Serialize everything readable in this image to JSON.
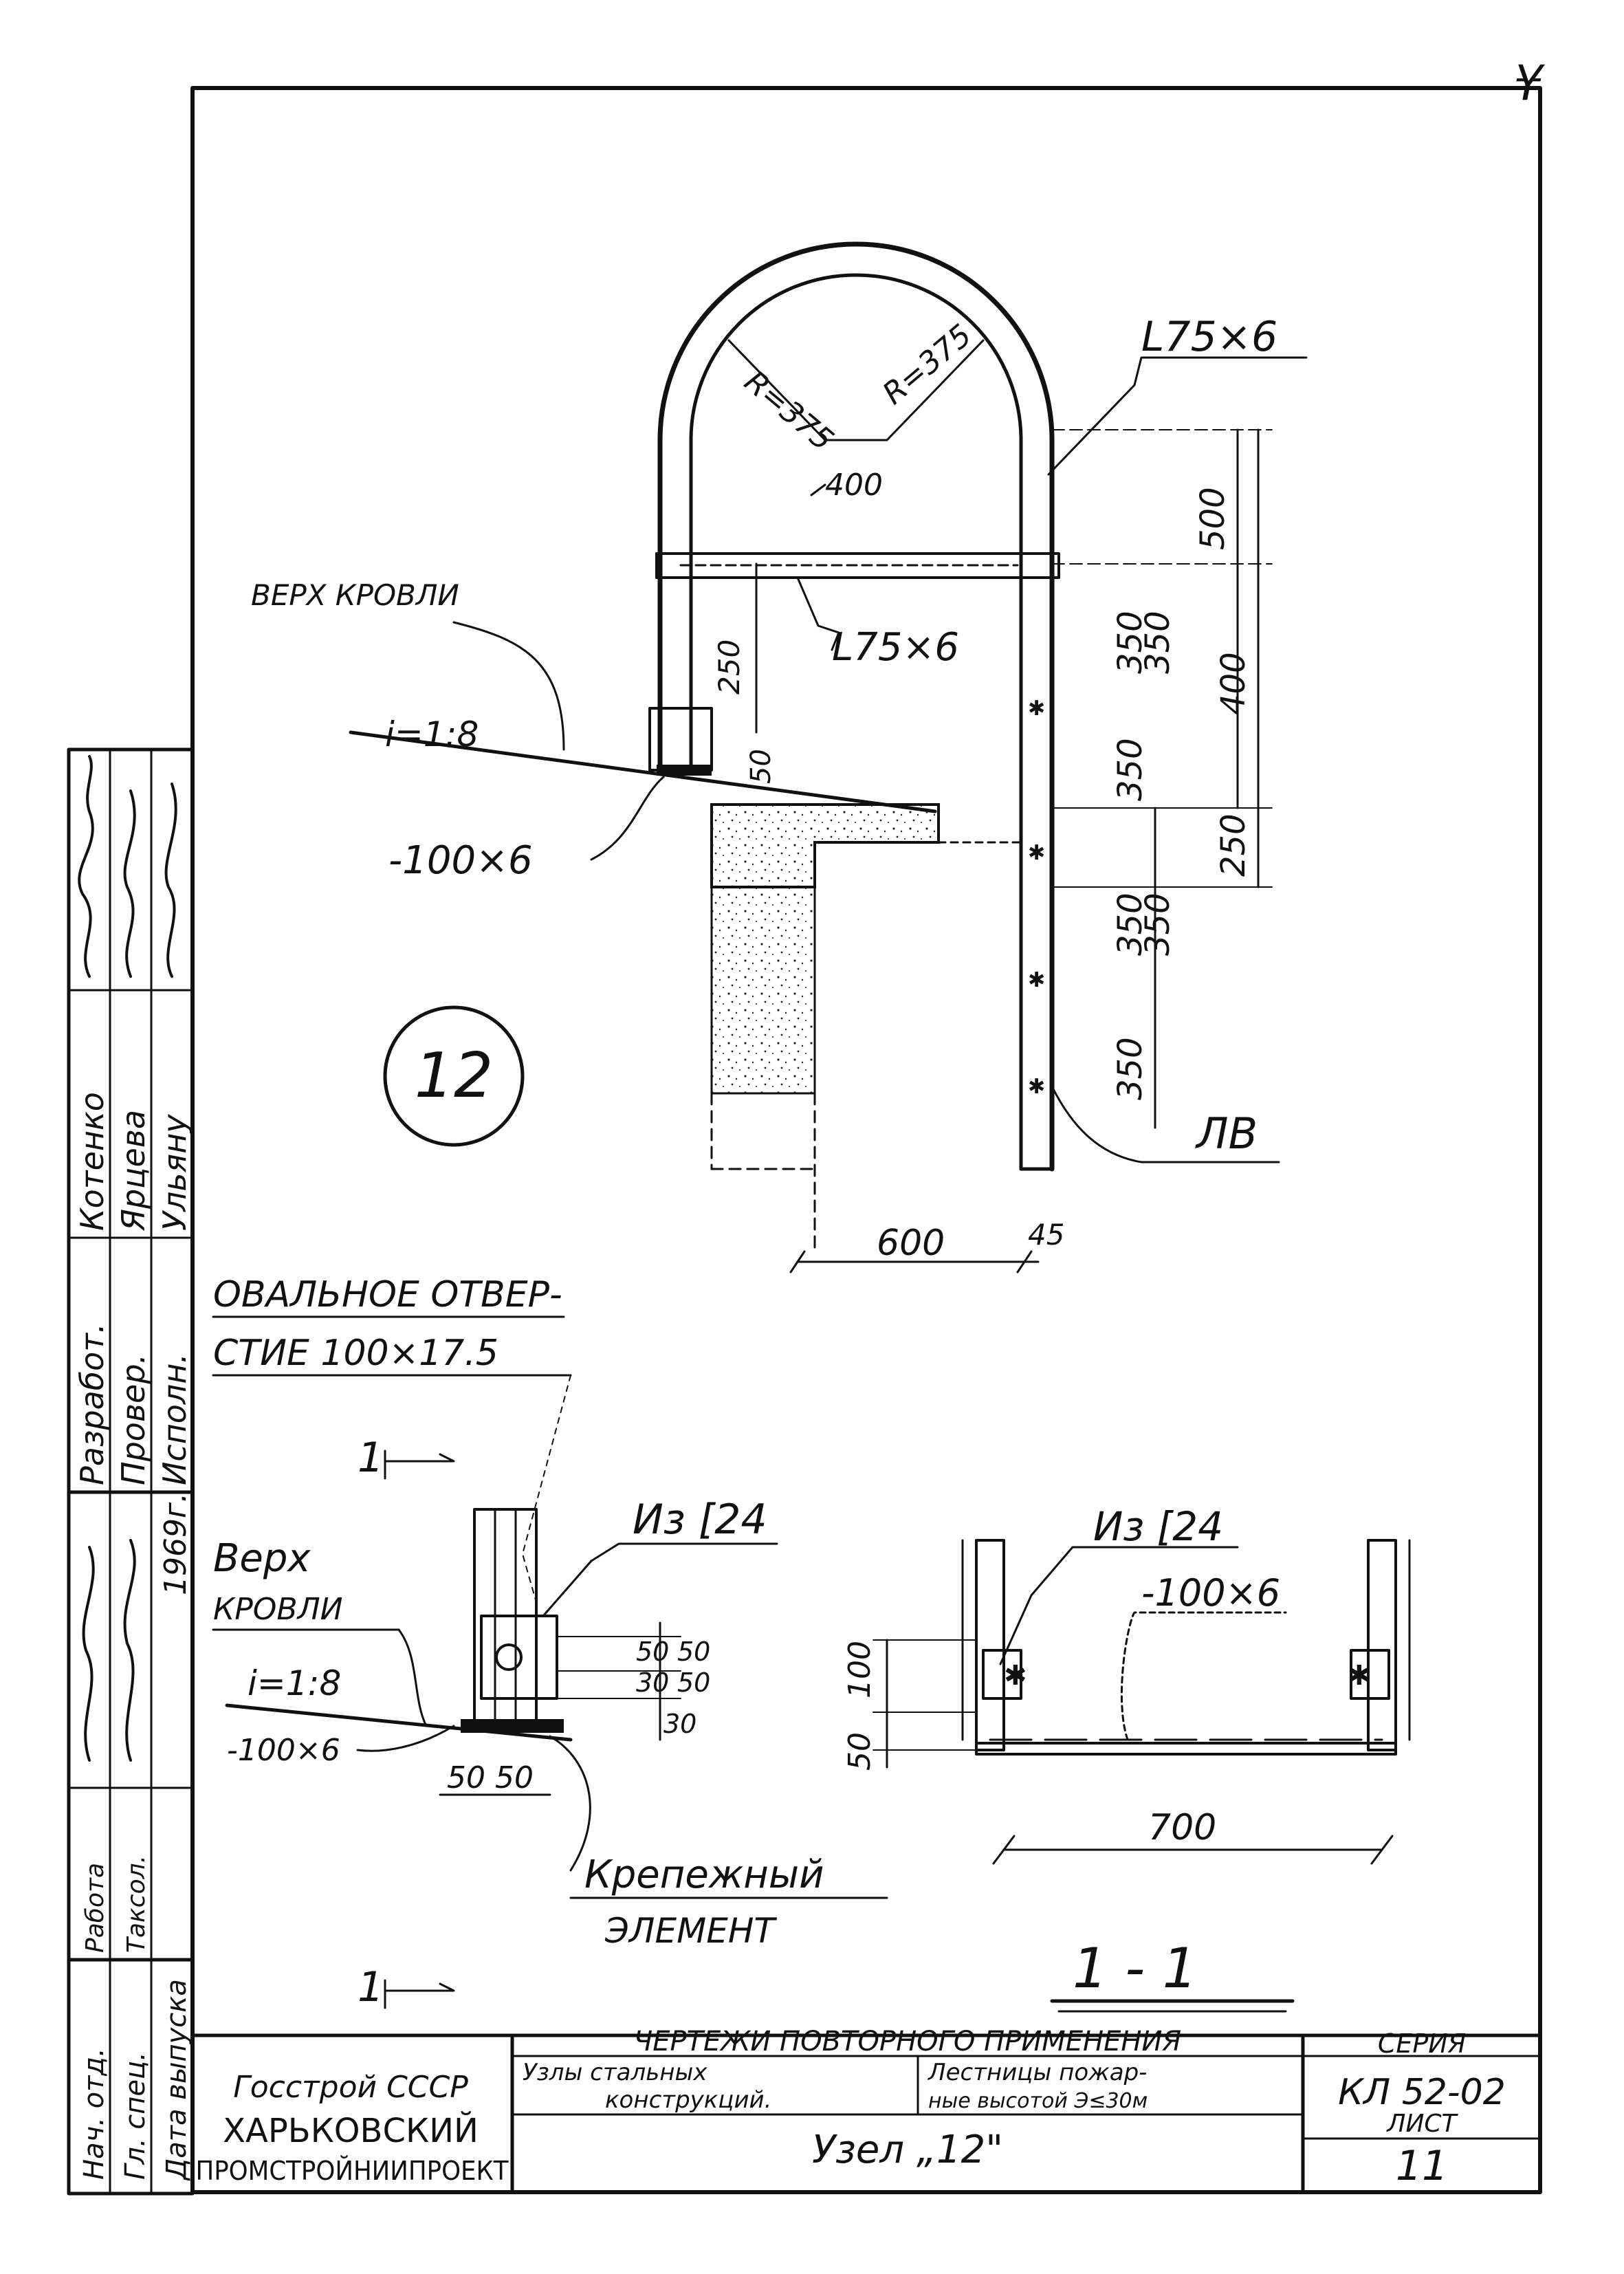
{
  "corner_mark": "¥",
  "detail_marker": "12",
  "main_view": {
    "radius_left": "R=375",
    "radius_right": "R=375",
    "span_400": "400",
    "top_angle": "L75×6",
    "crossbar_angle": "L75×6",
    "roof_top_label": "ВЕРХ КРОВЛИ",
    "slope": "i=1:8",
    "plate": "-100×6",
    "dim_250_left": "250",
    "dim_50_left": "50",
    "dims_right": [
      "500",
      "350",
      "350",
      "400",
      "350",
      "250",
      "350",
      "350",
      "350"
    ],
    "ladder_mark": "ЛВ",
    "dim_600": "600",
    "dim_45": "45"
  },
  "section_detail": {
    "oval_hole_line1": "ОВАЛЬНОЕ ОТВЕР-",
    "oval_hole_line2": "СТИЕ 100×17.5",
    "cut_mark_top": "1",
    "cut_mark_bottom": "1",
    "channel": "Из [24",
    "roof_top_line1": "Верх",
    "roof_top_line2": "КРОВЛИ",
    "slope": "i=1:8",
    "plate": "-100×6",
    "dims_50": [
      "50",
      "50"
    ],
    "dims_right": [
      "50",
      "50",
      "30",
      "50",
      "30"
    ],
    "fastener_line1": "Крепежный",
    "fastener_line2": "ЭЛЕМЕНТ"
  },
  "section_1_1": {
    "channel": "Из [24",
    "plate": "-100×6",
    "dim_100": "100",
    "dim_50": "50",
    "dim_700": "700",
    "title": "1 - 1"
  },
  "side_stamp": {
    "roles": [
      "Разработ.",
      "Провер.",
      "Исполн."
    ],
    "names": [
      "",
      "Котенко",
      "Ярцева",
      "Ульяну"
    ],
    "org_rows": [
      "Нач. отд.",
      "Гл. спец.",
      "Дата выпуска"
    ],
    "extra_rows": [
      "Работа",
      "Таксол."
    ],
    "year": "1969г."
  },
  "title_block": {
    "org_line1": "Госстрой СССР",
    "org_line2": "ХАРЬКОВСКИЙ",
    "org_line3": "ПРОМСТРОЙНИИПРОЕКТ",
    "reuse_header": "ЧЕРТЕЖИ ПОВТОРНОГО ПРИМЕНЕНИЯ",
    "section_line1": "Узлы стальных",
    "section_line2": "конструкций.",
    "subject_line1": "Лестницы пожар-",
    "subject_line2": "ные высотой Э≤30м",
    "series_label": "СЕРИЯ",
    "series_value": "КЛ 52-02",
    "sheet_label": "ЛИСТ",
    "sheet_value": "11",
    "node_title": "Узел „12\""
  }
}
